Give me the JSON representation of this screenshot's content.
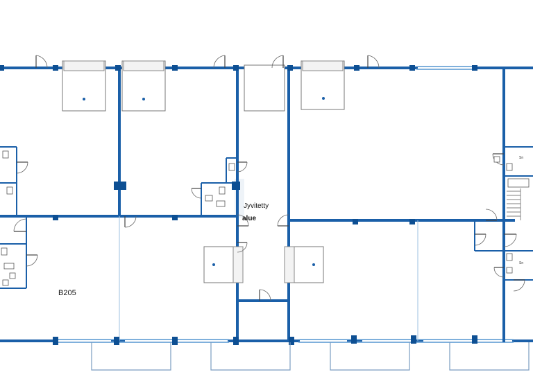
{
  "plan": {
    "room_label": "B205",
    "zone_label_line1": "Jyvitetty",
    "zone_label_line2": "alue",
    "small_label_1": "Sn",
    "small_label_2": "Sn"
  },
  "colors": {
    "wall": "#1a5fa8",
    "column": "#0d4f93",
    "glazing": "#7fb0dc"
  }
}
